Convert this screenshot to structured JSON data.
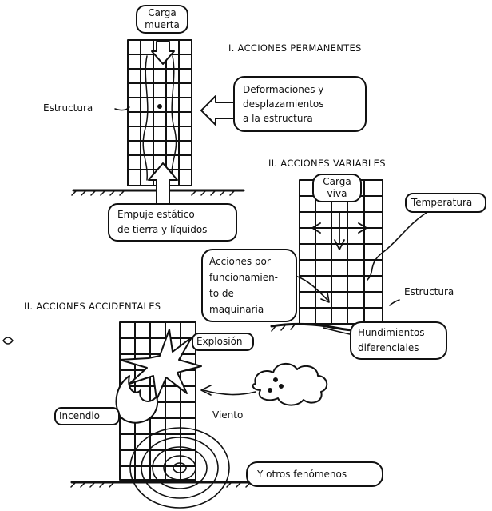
{
  "sections": {
    "permanent": "I. ACCIONES PERMANENTES",
    "variable": "II. ACCIONES VARIABLES",
    "accidental": "II. ACCIONES ACCIDENTALES"
  },
  "permanent": {
    "dead_load": [
      "Carga",
      "muerta"
    ],
    "structure_label": "Estructura",
    "deformations": [
      "Deformaciones y",
      "desplazamientos",
      "a la estructura"
    ],
    "earth_pressure": [
      "Empuje estático",
      "de tierra y líquidos"
    ]
  },
  "variable": {
    "live_load": [
      "Carga",
      "viva"
    ],
    "temperature": "Temperatura",
    "machinery": [
      "Acciones por",
      "funcionamien-",
      "to de",
      "maquinaria"
    ],
    "structure_label": "Estructura",
    "settlement": [
      "Hundimientos",
      "diferenciales"
    ]
  },
  "accidental": {
    "explosion": "Explosión",
    "fire": "Incendio",
    "wind": "Viento",
    "others": "Y otros fenómenos"
  }
}
